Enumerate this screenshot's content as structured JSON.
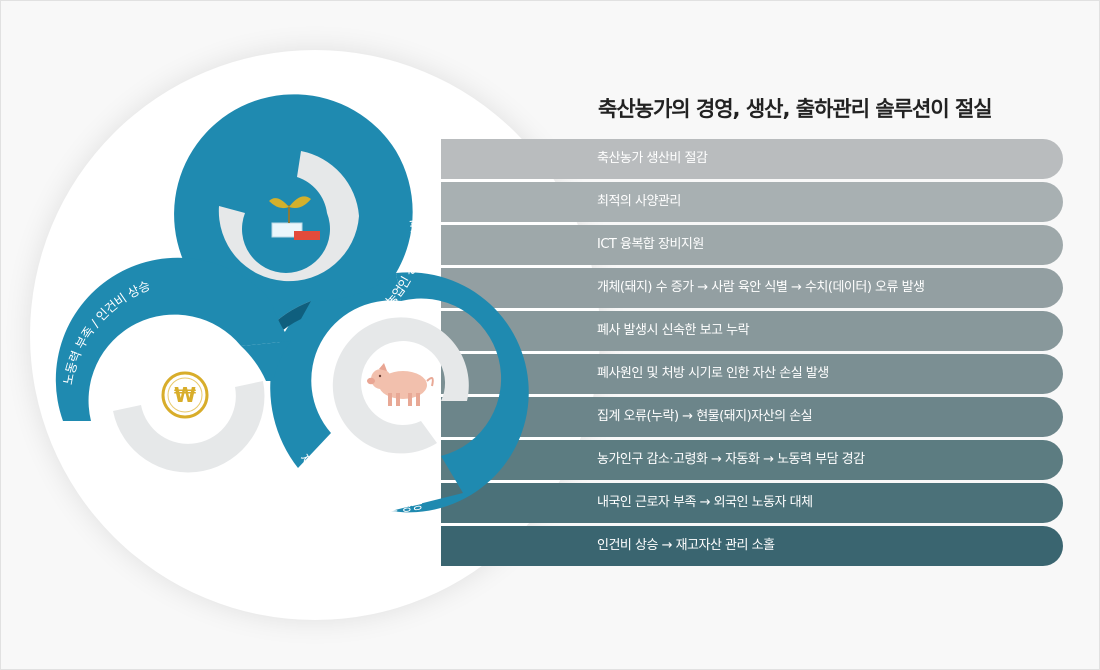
{
  "title": "축산농가의 경영, 생산, 출하관리 솔루션이 절실",
  "petals": [
    {
      "label": "FTA체결 → 농업인 경쟁력 약화",
      "icon": "sprout-icon"
    },
    {
      "label": "노동력 부족 / 인건비 상승",
      "icon": "won-coin-icon"
    },
    {
      "label": "재고(돼지) 자산 리스크 상승",
      "icon": "pig-icon"
    }
  ],
  "items": [
    "축산농가 생산비 절감",
    "최적의 사양관리",
    "ICT 융복합 장비지원",
    "개체(돼지) 수 증가 → 사람 육안 식별 → 수치(데이터) 오류 발생",
    "폐사 발생시 신속한 보고 누락",
    "폐사원인 및 처방 시기로 인한 자산 손실 발생",
    "집계 오류(누락) → 현물(돼지)자산의 손실",
    "농가인구 감소·고령화 → 자동화 → 노동력 부담 경감",
    "내국인 근로자 부족 → 외국인 노동자 대체",
    "인건비 상승 → 재고자산 관리 소홀"
  ],
  "colors": {
    "petal": "#1f8ab0",
    "petal_dark": "#0f5f7e",
    "inner_ring": "#e6e8e9",
    "bar_gradient": [
      "#b9bcbe",
      "#a8b0b2",
      "#9ea8aa",
      "#939fa2",
      "#88989b",
      "#7b8f93",
      "#6c858a",
      "#5c7c81",
      "#4b7179",
      "#3a6570"
    ],
    "gold": "#d8ad2a"
  }
}
